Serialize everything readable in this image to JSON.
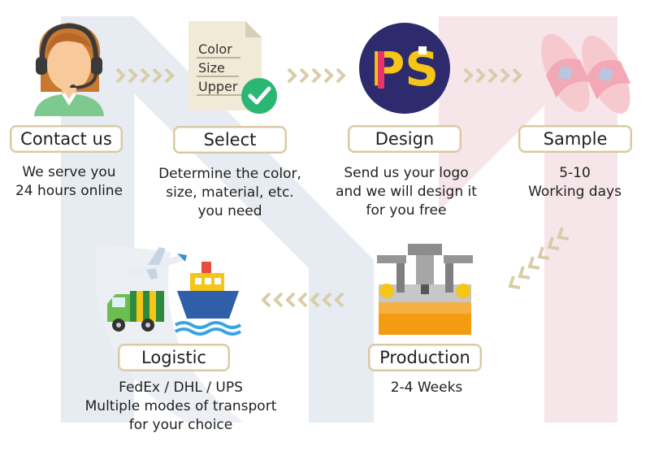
{
  "steps": [
    {
      "title": "Contact us",
      "desc": [
        "We serve you",
        "24 hours online"
      ]
    },
    {
      "title": "Select",
      "desc": [
        "Determine the color,",
        "size, material, etc.",
        "you need"
      ],
      "doc_lines": [
        "Color",
        "Size",
        "Upper"
      ]
    },
    {
      "title": "Design",
      "desc": [
        "Send us your logo",
        "and we will design it",
        "for you free"
      ],
      "logo_text": "PS"
    },
    {
      "title": "Sample",
      "desc": [
        "5-10",
        "Working days"
      ]
    },
    {
      "title": "Production",
      "desc": [
        "2-4 Weeks"
      ]
    },
    {
      "title": "Logistic",
      "desc": [
        "FedEx / DHL / UPS",
        "Multiple modes of transport",
        "for your choice"
      ]
    }
  ],
  "colors": {
    "pill_border": "#d8c9a4",
    "arrow": "#d9cda9",
    "check_green": "#2bb673",
    "ps_circle": "#2e2a6e",
    "watermark": "#e9edf4"
  },
  "icons": [
    "headset-agent-icon",
    "document-check-icon",
    "ps-logo-icon",
    "slides-icon",
    "factory-machine-icon",
    "truck-plane-ship-icon"
  ]
}
